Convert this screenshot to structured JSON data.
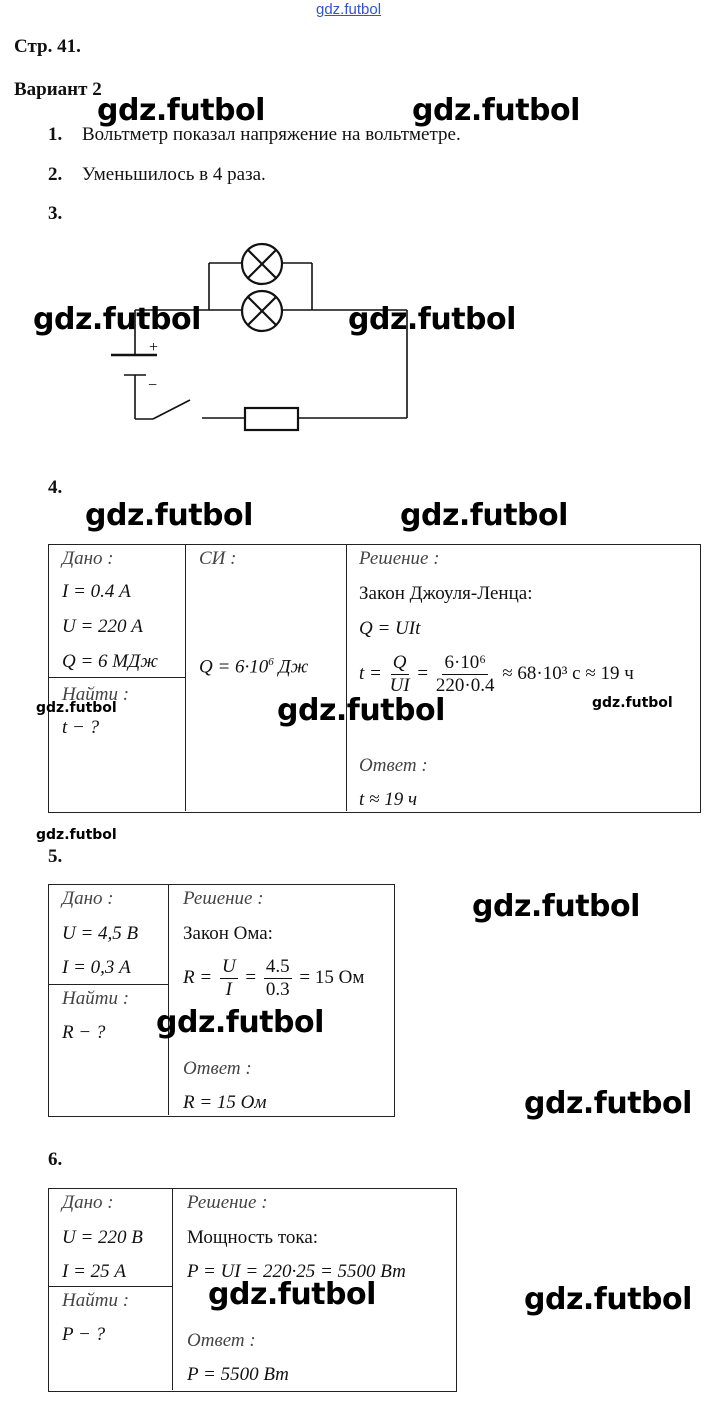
{
  "site_link": "gdz.futbol",
  "page_label": "Стр. 41.",
  "variant": "Вариант 2",
  "items": [
    {
      "num": "1.",
      "text": "Вольтметр показал напряжение на вольтметре."
    },
    {
      "num": "2.",
      "text": "Уменьшилось в 4 раза."
    },
    {
      "num": "3.",
      "text": ""
    },
    {
      "num": "4.",
      "text": ""
    },
    {
      "num": "5.",
      "text": ""
    },
    {
      "num": "6.",
      "text": ""
    }
  ],
  "circuit": {
    "plus": "+",
    "minus": "−"
  },
  "watermark": "gdz.futbol",
  "task4": {
    "given_label": "Дано :",
    "given": [
      "I = 0.4 А",
      "U = 220 А",
      "Q = 6 МДж"
    ],
    "find_label": "Найти :",
    "find": "t − ?",
    "si_label": "СИ :",
    "si_value": "Q = 6·10",
    "si_exp": "6",
    "si_unit": " Дж",
    "solution_label": "Решение :",
    "law": "Закон Джоуля-Ленца:",
    "formula": "Q = UIt",
    "calc_lhs": "t =",
    "calc_num1": "Q",
    "calc_den1": "UI",
    "calc_num2": "6·10⁶",
    "calc_den2": "220·0.4",
    "calc_rhs": "≈ 68·10³  с ≈ 19 ч",
    "answer_label": "Ответ :",
    "answer": "t ≈ 19 ч"
  },
  "task5": {
    "given_label": "Дано :",
    "given": [
      "U = 4,5 В",
      "I = 0,3 А"
    ],
    "find_label": "Найти :",
    "find": "R − ?",
    "solution_label": "Решение :",
    "law": "Закон Ома:",
    "calc_lhs": "R =",
    "calc_num1": "U",
    "calc_den1": "I",
    "calc_num2": "4.5",
    "calc_den2": "0.3",
    "calc_rhs": "= 15 Ом",
    "answer_label": "Ответ :",
    "answer": "R = 15 Ом"
  },
  "task6": {
    "given_label": "Дано :",
    "given": [
      "U = 220 В",
      "I = 25 А"
    ],
    "find_label": "Найти :",
    "find": "P − ?",
    "solution_label": "Решение :",
    "law": "Мощность тока:",
    "calc": "P = UI = 220·25 = 5500 Вт",
    "answer_label": "Ответ :",
    "answer": "P = 5500 Вт"
  }
}
